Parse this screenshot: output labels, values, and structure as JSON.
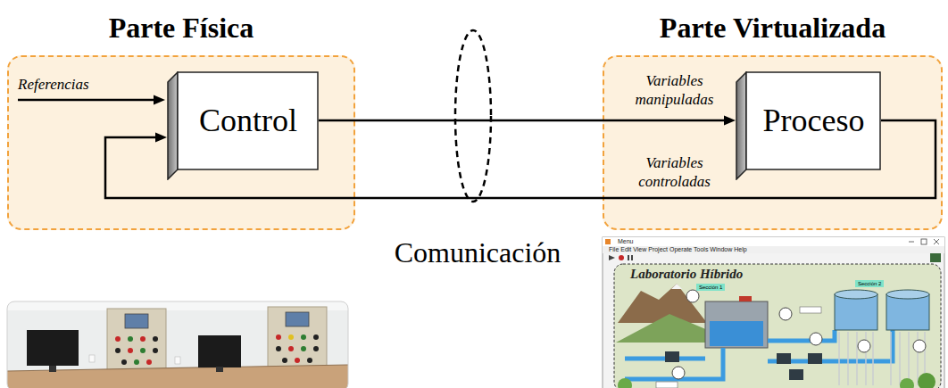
{
  "diagram": {
    "nodes": [
      {
        "text": [
          "Parte Física"
        ]
      },
      {
        "text": [
          "Control"
        ],
        "in": 0
      },
      {
        "text": [
          "Parte Virtualizada"
        ]
      },
      {
        "text": [
          "Proceso"
        ],
        "in": 2
      }
    ],
    "edges": [
      {
        "from": 1,
        "to": 3,
        "arrow": "to",
        "label": "Variables manipuladas"
      },
      {
        "from": 3,
        "to": 1,
        "arrow": "to",
        "label": "Variables controladas"
      }
    ],
    "labels": [
      "Referencias",
      "Comunicación",
      "Menu",
      "File Edit View Project Operate Tools Window Help",
      "Laboratorio Híbrido",
      "Sección 1",
      "Sección 2"
    ]
  }
}
